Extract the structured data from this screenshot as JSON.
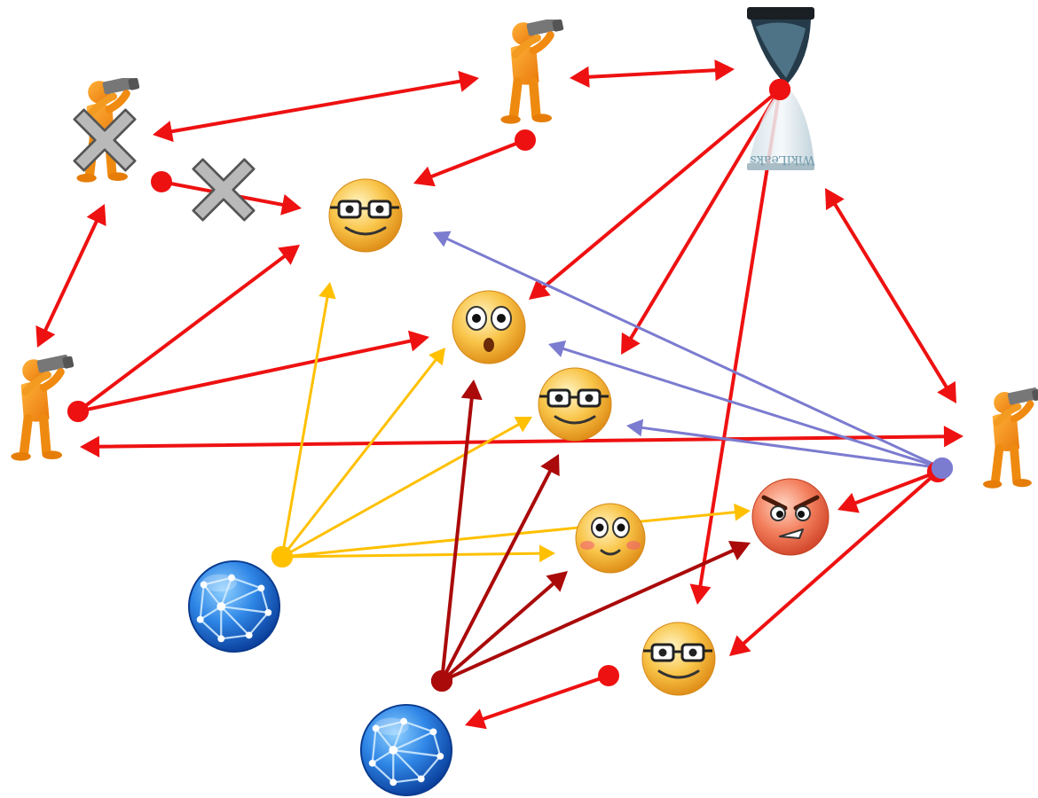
{
  "colors": {
    "red": "#ee1111",
    "dark_red": "#aa0a0a",
    "yellow": "#ffc000",
    "blue": "#7b7bd0",
    "orange_figure": "#f58a07",
    "face_yellow": "#f7b733",
    "face_angry": "#f06a4a",
    "globe_blue": "#1f6fd0",
    "cross_gray": "#b4b4b4"
  },
  "logo": {
    "name": "hourglass-globe-logo",
    "text": "WikiLeaks"
  },
  "nodes": [
    {
      "id": "observer-top-center",
      "kind": "observer"
    },
    {
      "id": "observer-top-left-blocked",
      "kind": "observer",
      "blocked": true
    },
    {
      "id": "observer-left",
      "kind": "observer"
    },
    {
      "id": "observer-right",
      "kind": "observer"
    },
    {
      "id": "wikileaks-logo",
      "kind": "logo"
    },
    {
      "id": "face-nerd-top",
      "kind": "face",
      "expression": "nerd"
    },
    {
      "id": "face-surprised",
      "kind": "face",
      "expression": "surprised"
    },
    {
      "id": "face-nerd-middle",
      "kind": "face",
      "expression": "nerd"
    },
    {
      "id": "face-blush",
      "kind": "face",
      "expression": "blush"
    },
    {
      "id": "face-angry",
      "kind": "face",
      "expression": "angry"
    },
    {
      "id": "face-nerd-bottom",
      "kind": "face",
      "expression": "nerd"
    },
    {
      "id": "globe-left",
      "kind": "globe"
    },
    {
      "id": "globe-bottom",
      "kind": "globe"
    },
    {
      "id": "blocked-cross",
      "kind": "cross"
    }
  ],
  "connections": [
    {
      "from": "observer-top-center",
      "to": "observer-top-left-blocked",
      "color": "red",
      "bidirectional": true
    },
    {
      "from": "observer-top-center",
      "to": "wikileaks-logo",
      "color": "red",
      "bidirectional": true
    },
    {
      "from": "observer-top-center",
      "to": "face-nerd-top",
      "color": "red"
    },
    {
      "from": "observer-top-left-blocked",
      "to": "face-nerd-top",
      "color": "red",
      "blocked": true
    },
    {
      "from": "observer-top-left-blocked",
      "to": "observer-left",
      "color": "red",
      "bidirectional": true
    },
    {
      "from": "observer-left",
      "to": "face-nerd-top",
      "color": "red"
    },
    {
      "from": "observer-left",
      "to": "face-surprised",
      "color": "red"
    },
    {
      "from": "observer-left",
      "to": "observer-right",
      "color": "red",
      "bidirectional": true
    },
    {
      "from": "wikileaks-logo",
      "to": "face-surprised",
      "color": "red"
    },
    {
      "from": "wikileaks-logo",
      "to": "face-nerd-middle",
      "color": "red"
    },
    {
      "from": "wikileaks-logo",
      "to": "face-nerd-bottom",
      "color": "red"
    },
    {
      "from": "wikileaks-logo",
      "to": "observer-right",
      "color": "red",
      "bidirectional": true
    },
    {
      "from": "observer-right",
      "to": "face-angry",
      "color": "red"
    },
    {
      "from": "observer-right",
      "to": "face-nerd-bottom",
      "color": "red"
    },
    {
      "from": "observer-right",
      "to": "face-nerd-top",
      "color": "blue"
    },
    {
      "from": "observer-right",
      "to": "face-surprised",
      "color": "blue"
    },
    {
      "from": "observer-right",
      "to": "face-nerd-middle",
      "color": "blue"
    },
    {
      "from": "face-nerd-bottom",
      "to": "globe-bottom",
      "color": "red"
    },
    {
      "from": "globe-left",
      "to": "face-nerd-top",
      "color": "yellow"
    },
    {
      "from": "globe-left",
      "to": "face-surprised",
      "color": "yellow"
    },
    {
      "from": "globe-left",
      "to": "face-nerd-middle",
      "color": "yellow"
    },
    {
      "from": "globe-left",
      "to": "face-blush",
      "color": "yellow"
    },
    {
      "from": "globe-left",
      "to": "face-angry",
      "color": "yellow"
    },
    {
      "from": "globe-bottom",
      "to": "face-surprised",
      "color": "dark_red"
    },
    {
      "from": "globe-bottom",
      "to": "face-nerd-middle",
      "color": "dark_red"
    },
    {
      "from": "globe-bottom",
      "to": "face-blush",
      "color": "dark_red"
    },
    {
      "from": "globe-bottom",
      "to": "face-angry",
      "color": "dark_red"
    }
  ]
}
